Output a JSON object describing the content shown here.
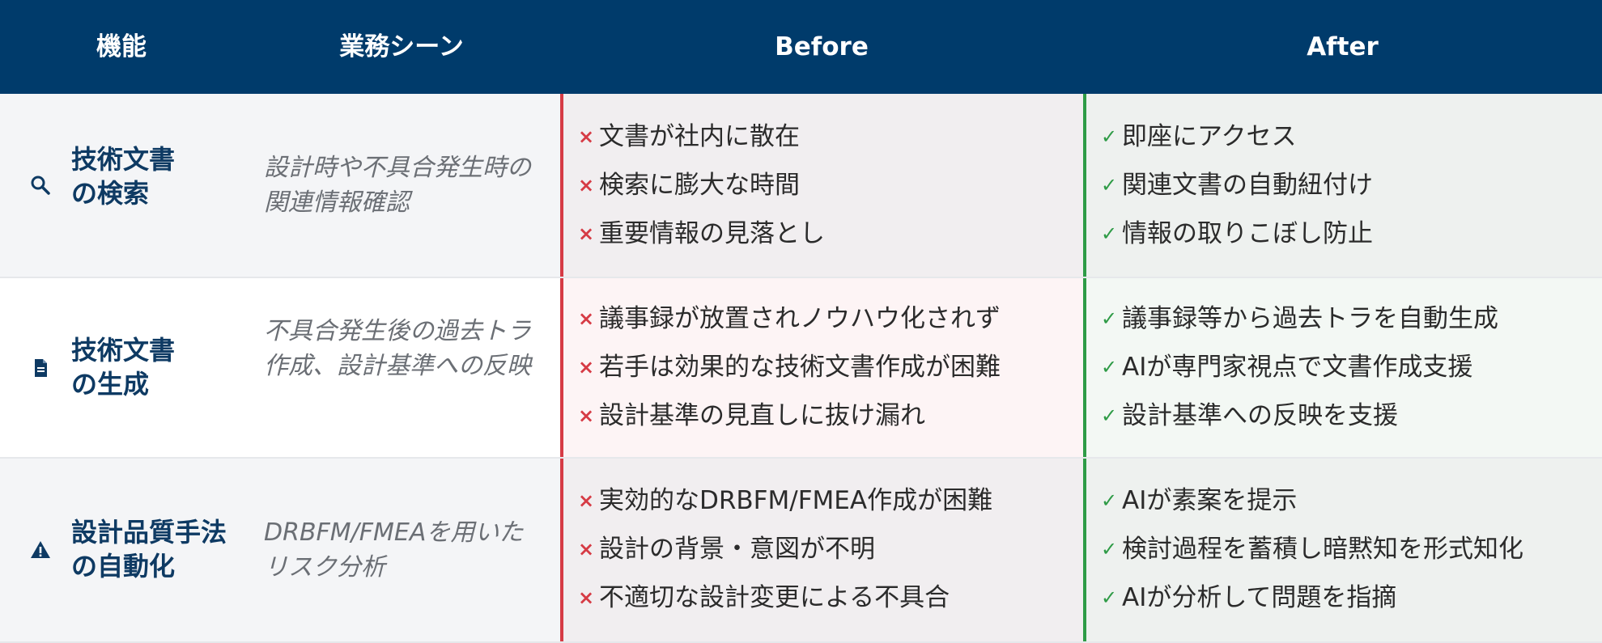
{
  "header": {
    "function": "機能",
    "scene": "業務シーン",
    "before": "Before",
    "after": "After"
  },
  "marks": {
    "before": "×",
    "after": "✓"
  },
  "colors": {
    "header_bg": "#003b6b",
    "before_accent": "#d63b45",
    "after_accent": "#2e9b46",
    "function_text": "#0e3a63"
  },
  "rows": [
    {
      "icon": "search-icon",
      "function": "技術文書\nの検索",
      "scene": "設計時や不具合発生時の関連情報確認",
      "before": [
        "文書が社内に散在",
        "検索に膨大な時間",
        "重要情報の見落とし"
      ],
      "after": [
        "即座にアクセス",
        "関連文書の自動紐付け",
        "情報の取りこぼし防止"
      ]
    },
    {
      "icon": "document-icon",
      "function": "技術文書\nの生成",
      "scene": "不具合発生後の過去トラ作成、設計基準への反映",
      "before": [
        "議事録が放置されノウハウ化されず",
        "若手は効果的な技術文書作成が困難",
        "設計基準の見直しに抜け漏れ"
      ],
      "after": [
        "議事録等から過去トラを自動生成",
        "AIが専門家視点で文書作成支援",
        "設計基準への反映を支援"
      ]
    },
    {
      "icon": "warning-icon",
      "function": "設計品質手法\nの自動化",
      "scene": "DRBFM/FMEAを用いたリスク分析",
      "before": [
        "実効的なDRBFM/FMEA作成が困難",
        "設計の背景・意図が不明",
        "不適切な設計変更による不具合"
      ],
      "after": [
        "AIが素案を提示",
        "検討過程を蓄積し暗黙知を形式知化",
        "AIが分析して問題を指摘"
      ]
    }
  ]
}
